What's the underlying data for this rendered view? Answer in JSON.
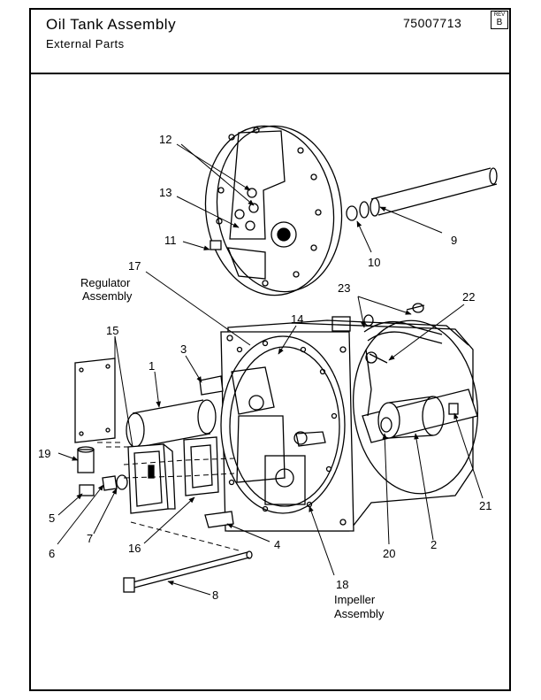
{
  "header": {
    "title": "Oil Tank Assembly",
    "subtitle": "External Parts",
    "part_number": "75007713",
    "rev_label": "REV",
    "rev_value": "B"
  },
  "callouts": {
    "c1": "1",
    "c2": "2",
    "c4": "4",
    "c3": "3",
    "c5": "5",
    "c6": "6",
    "c7": "7",
    "c8": "8",
    "c9": "9",
    "c10": "10",
    "c11": "11",
    "c12": "12",
    "c13": "13",
    "c14": "14",
    "c15": "15",
    "c16": "16",
    "c17": "17",
    "c18": "18",
    "c19": "19",
    "c20": "20",
    "c21": "21",
    "c22": "22",
    "c23": "23"
  },
  "labels": {
    "regulator_line1": "Regulator",
    "regulator_line2": "Assembly",
    "impeller_line1": "Impeller",
    "impeller_line2": "Assembly"
  }
}
